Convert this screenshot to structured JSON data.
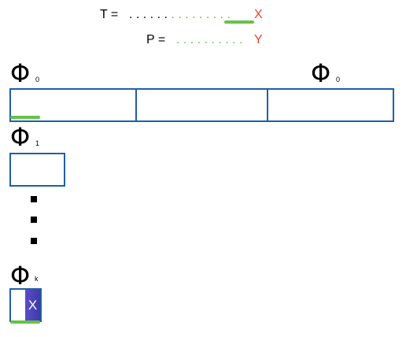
{
  "text_line": {
    "label": "T =",
    "black_dots": ". . . . . .",
    "green_dots": ". . . . . . . . .",
    "end_char": "X"
  },
  "pattern_line": {
    "label": "P =",
    "green_dots": ". . . . . . . . . .",
    "end_char": "Y"
  },
  "phi_symbol": "Φ",
  "levels": [
    {
      "subscript": "0"
    },
    {
      "subscript": "0"
    },
    {
      "subscript": "1"
    },
    {
      "subscript": "k"
    }
  ],
  "last_cell_label": "X",
  "colors": {
    "box_border": "#1f5fa6",
    "highlight_green": "#66c24a",
    "end_char_red": "#e8462a",
    "cell_fill": "#4b40b8"
  }
}
